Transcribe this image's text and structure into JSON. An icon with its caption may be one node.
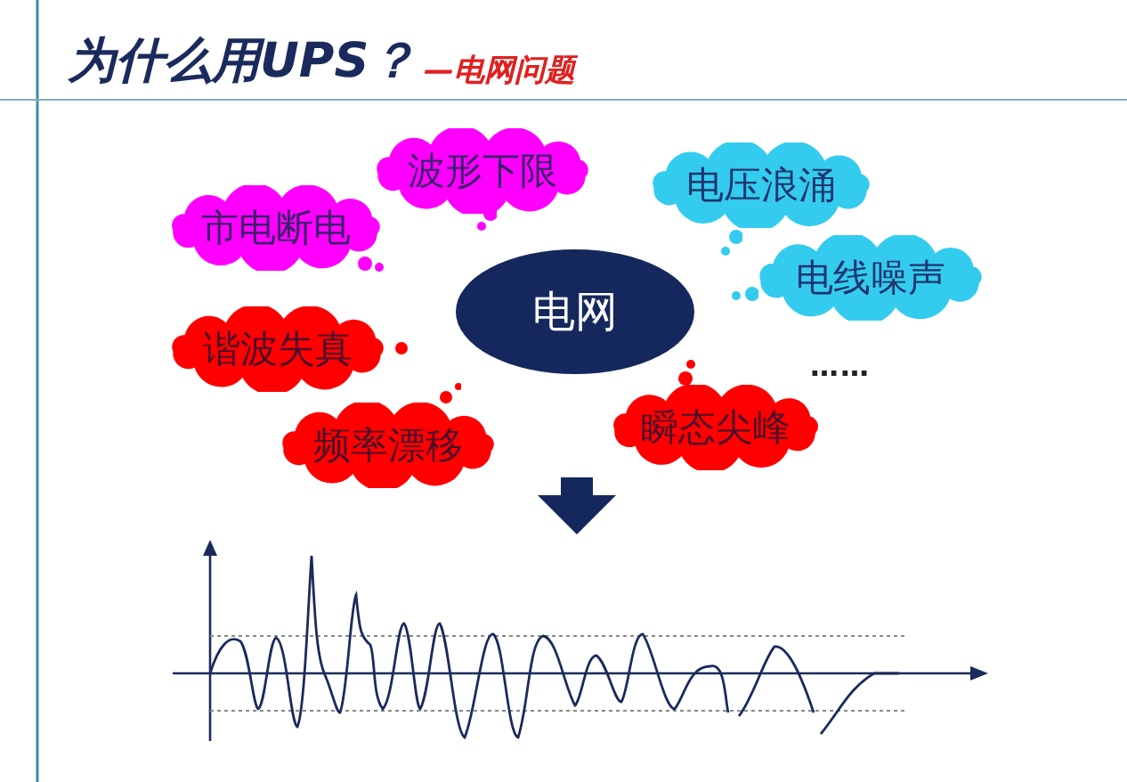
{
  "diagram": {
    "title": "为什么用UPS？",
    "nodes": [
      {
        "text": [
          "波形下限"
        ]
      },
      {
        "text": [
          "电压浪涌"
        ]
      },
      {
        "text": [
          "市电断电"
        ]
      },
      {
        "text": [
          "电线噪声"
        ]
      },
      {
        "text": [
          "电网"
        ]
      },
      {
        "text": [
          "谐波失真"
        ]
      },
      {
        "text": [
          "瞬态尖峰"
        ]
      },
      {
        "text": [
          "频率漂移"
        ]
      },
      {
        "text": [],
        "shape": "picture"
      }
    ],
    "edges": [
      {
        "from": null,
        "to": 8,
        "arrow": "to"
      }
    ],
    "labels": [
      "—电网问题",
      "……"
    ]
  }
}
